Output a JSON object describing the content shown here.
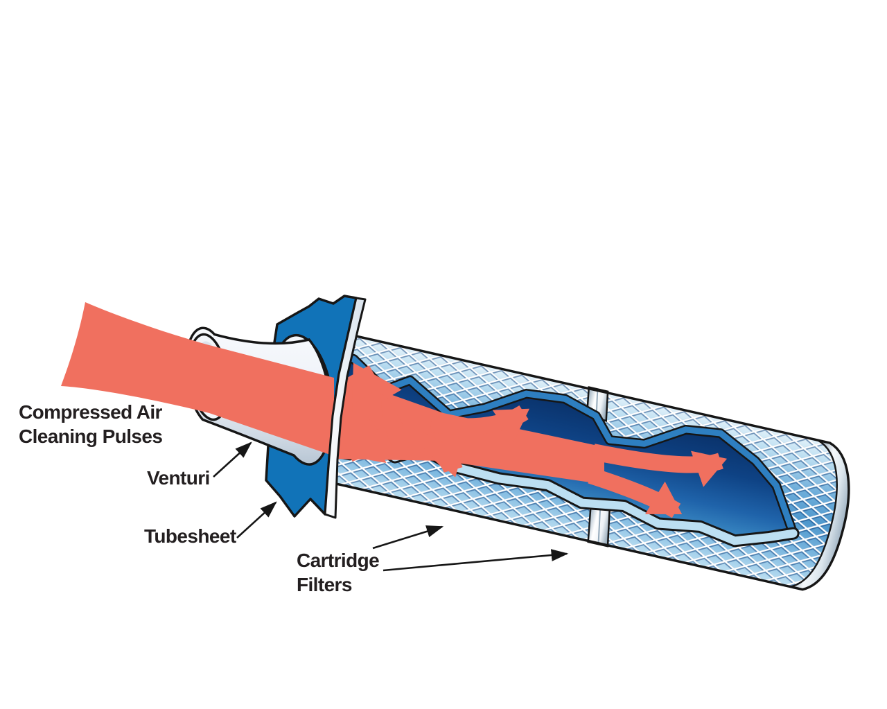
{
  "diagram": {
    "labels": {
      "compressed_air": "Compressed Air\nCleaning Pulses",
      "venturi": "Venturi",
      "tubesheet": "Tubesheet",
      "cartridge_filters": "Cartridge\nFilters"
    },
    "colors": {
      "pulse_red": "#F0705F",
      "tubesheet_blue": "#1173B8",
      "mesh_blue": "#5E9FCE",
      "interior_navy": "#0C3874",
      "pleat_light": "#BCDFF2",
      "cut_edge_blue": "#2E7FC1",
      "metal_silver": "#D8E2EA",
      "outline": "#161616",
      "text": "#231F20",
      "background": "#FFFFFF"
    }
  }
}
